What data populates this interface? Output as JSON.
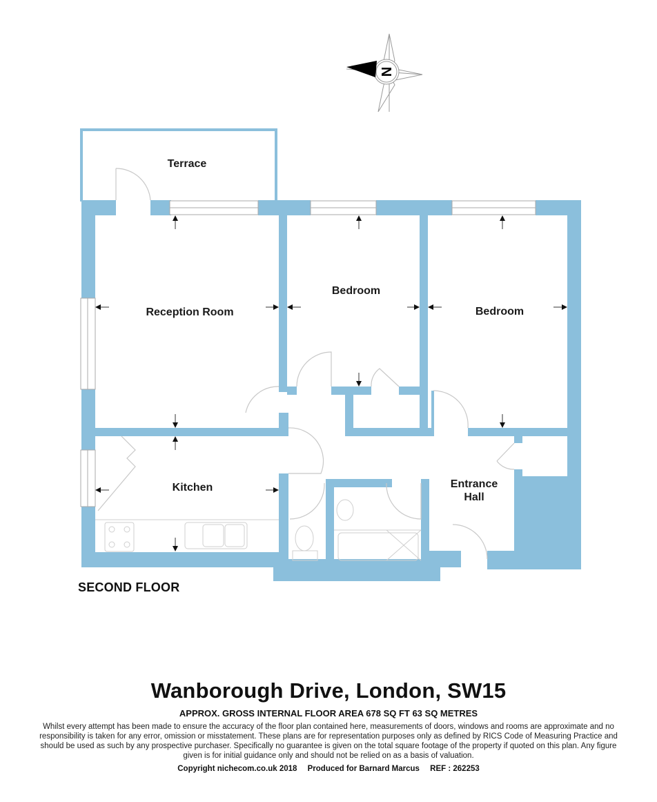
{
  "plan": {
    "wall_color": "#8bbfdc",
    "rooms": [
      {
        "id": "terrace",
        "label": "Terrace"
      },
      {
        "id": "reception",
        "label": "Reception Room"
      },
      {
        "id": "bedroom1",
        "label": "Bedroom"
      },
      {
        "id": "bedroom2",
        "label": "Bedroom"
      },
      {
        "id": "kitchen",
        "label": "Kitchen"
      },
      {
        "id": "entrance",
        "label_line1": "Entrance",
        "label_line2": "Hall"
      }
    ],
    "compass": {
      "icon": "compass-north-icon",
      "letter": "N"
    },
    "floor_label": "SECOND FLOOR"
  },
  "footer": {
    "title": "Wanborough Drive, London, SW15",
    "area": "APPROX. GROSS INTERNAL FLOOR AREA 678 SQ FT 63 SQ METRES",
    "disclaimer": "Whilst every attempt has been made to ensure the accuracy of the floor plan contained here, measurements of doors, windows and rooms are approximate and no responsibility is taken for any error, omission or misstatement. These plans are for representation purposes only as defined by RICS Code of Measuring Practice and should be used as such by any prospective purchaser.  Specifically no guarantee is given on the total square footage of the property if quoted on this plan. Any figure given is for initial guidance only and should not be relied on as a basis of valuation.",
    "copyright": "Copyright nichecom.co.uk 2018",
    "produced_for": "Produced for Barnard Marcus",
    "ref": "REF : 262253"
  }
}
